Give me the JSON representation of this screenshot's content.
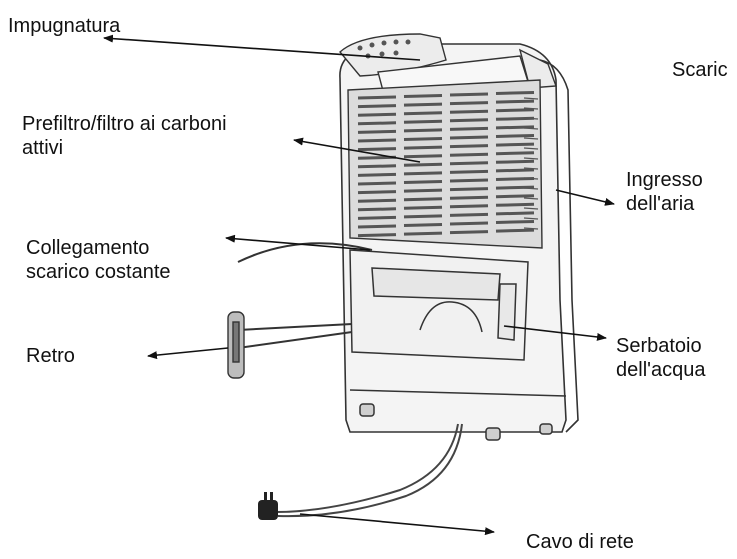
{
  "diagram": {
    "labels": {
      "impugnatura": [
        "Impugnatura"
      ],
      "scarico": [
        "Scaric"
      ],
      "prefiltro": [
        "Prefiltro/filtro ai carboni",
        "attivi"
      ],
      "ingresso": [
        "Ingresso",
        "dell'aria"
      ],
      "collegamento": [
        "Collegamento",
        "scarico costante"
      ],
      "retro": [
        "Retro"
      ],
      "serbatoio": [
        "Serbatoio",
        "dell'acqua"
      ],
      "cavo": [
        "Cavo di rete"
      ]
    },
    "colors": {
      "ink": "#111111",
      "line": "#1a1a1a",
      "body": "#f4f4f4",
      "grille": "#555555"
    }
  }
}
